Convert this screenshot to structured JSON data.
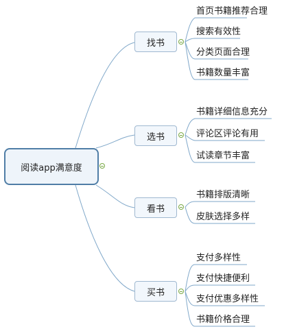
{
  "root": {
    "label": "阅读app满意度"
  },
  "branches": [
    {
      "label": "找书",
      "leaves": [
        "首页书籍推荐合理",
        "搜索有效性",
        "分类页面合理",
        "书籍数量丰富"
      ]
    },
    {
      "label": "选书",
      "leaves": [
        "书籍详细信息充分",
        "评论区评论有用",
        "试读章节丰富"
      ]
    },
    {
      "label": "看书",
      "leaves": [
        "书籍排版清晰",
        "皮肤选择多样"
      ]
    },
    {
      "label": "买书",
      "leaves": [
        "支付多样性",
        "支付快捷便利",
        "支付优惠多样性",
        "书籍价格合理"
      ]
    }
  ],
  "colors": {
    "line": "#7fa7c9",
    "collapse": "#79a845",
    "root_border": "#4f7da6"
  }
}
